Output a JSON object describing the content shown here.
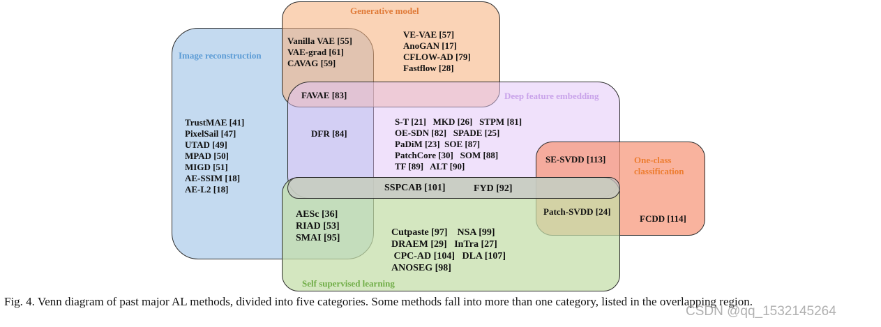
{
  "colors": {
    "image_reconstruction": "#bcd7ee",
    "generative_model": "#f8cda8",
    "deep_feature_embedding": "#ead3f8",
    "one_class": "#f7a78f",
    "self_supervised": "#cfe1b6",
    "center_band": "#d7d7d7",
    "ir_label": "#5b9bd5",
    "gm_label": "#e07b39",
    "dfe_label": "#c6a0e8",
    "oc_label": "#ed7d31",
    "ssl_label": "#70ad47"
  },
  "categories": {
    "image_reconstruction": "Image reconstruction",
    "generative_model": "Generative model",
    "deep_feature_embedding": "Deep feature embedding",
    "one_class_line1": "One-class",
    "one_class_line2": "classification",
    "self_supervised": "Self supervised learning"
  },
  "regions": {
    "ir_gm": [
      "Vanilla VAE [55]",
      "VAE-grad [61]",
      "CAVAG [59]"
    ],
    "gm_only": [
      "VE-VAE [57]",
      "AnoGAN [17]",
      "CFLOW-AD [79]",
      "Fastflow [28]"
    ],
    "ir_gm_dfe": "FAVAE [83]",
    "ir_only": [
      "TrustMAE [41]",
      "PixelSail [47]",
      "UTAD [49]",
      "MPAD [50]",
      "MIGD [51]",
      "AE-SSIM [18]",
      "AE-L2 [18]"
    ],
    "ir_dfe": "DFR [84]",
    "dfe_only": [
      "S-T [21]   MKD [26]   STPM [81]",
      "OE-SDN [82]   SPADE [25]",
      "PaDiM [23]  SOE [87]",
      "PatchCore [30]   SOM [88]",
      "TF [89]   ALT [90]"
    ],
    "dfe_oc": "SE-SVDD [113]",
    "dfe_ssl_1": "SSPCAB [101]",
    "dfe_ssl_2": "FYD [92]",
    "oc_ssl": "Patch-SVDD [24]",
    "oc_only": "FCDD [114]",
    "ir_ssl": [
      "AESc [36]",
      "RIAD [53]",
      "SMAI [95]"
    ],
    "ssl_only": [
      "Cutpaste [97]    NSA [99]",
      "DRAEM [29]   InTra [27]",
      " CPC-AD [104]   DLA [107]",
      "ANOSEG [98]"
    ]
  },
  "caption": "Fig. 4. Venn diagram of past major AL methods, divided into five categories. Some methods fall into more than one category, listed in the overlapping region.",
  "watermark": "CSDN @qq_1532145264"
}
